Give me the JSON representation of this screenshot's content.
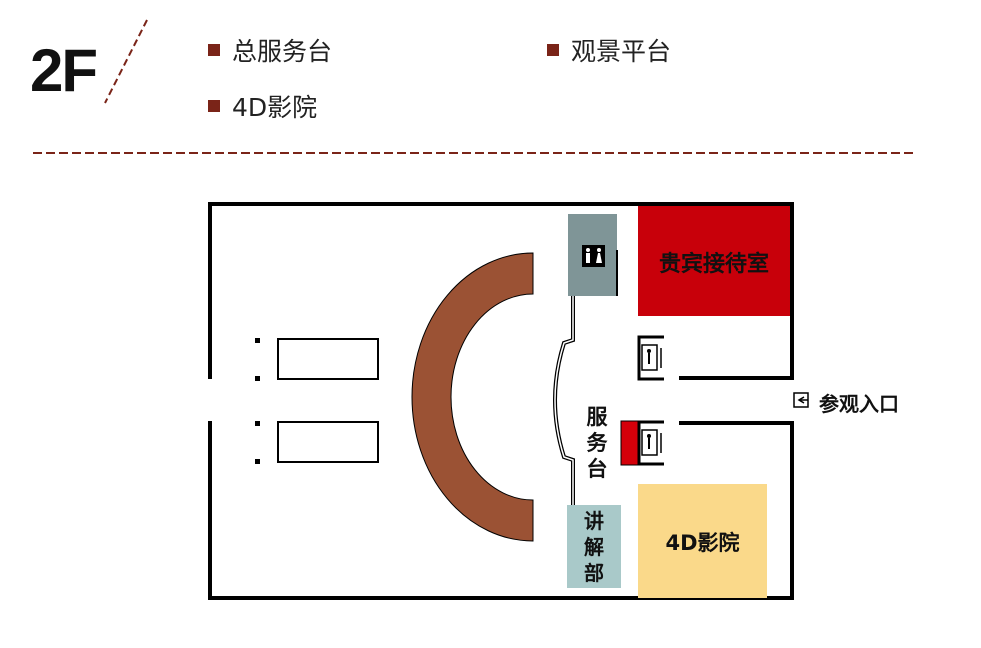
{
  "header": {
    "floor": "2F",
    "legend": [
      "总服务台",
      "观景平台",
      "4D影院"
    ]
  },
  "plan": {
    "rooms": {
      "vip": "贵宾接待室",
      "service_desk": "服务台",
      "guide": "讲解部",
      "cinema": "4D影院",
      "entrance": "参观入口"
    }
  },
  "colors": {
    "accent": "#7a2418",
    "vip": "#c8000a",
    "restroom": "#7f9597",
    "guide": "#a9c9c9",
    "cinema": "#fad98a",
    "arc": "#9b5234"
  }
}
